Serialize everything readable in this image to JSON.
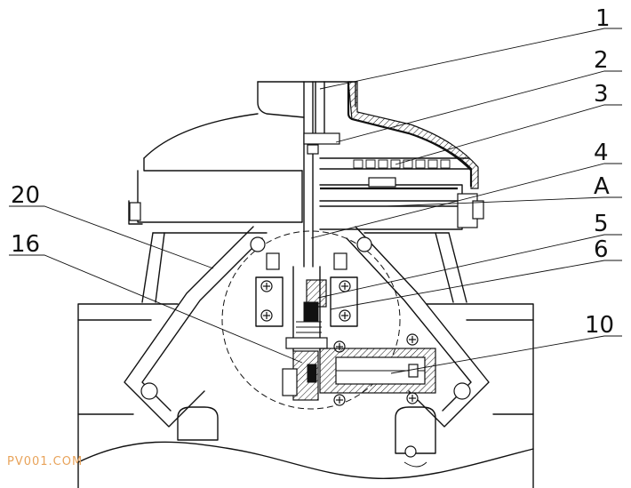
{
  "callouts": [
    {
      "id": "1",
      "label": "1"
    },
    {
      "id": "2",
      "label": "2"
    },
    {
      "id": "3",
      "label": "3"
    },
    {
      "id": "4",
      "label": "4"
    },
    {
      "id": "A",
      "label": "A"
    },
    {
      "id": "5",
      "label": "5"
    },
    {
      "id": "6",
      "label": "6"
    },
    {
      "id": "10",
      "label": "10"
    },
    {
      "id": "20",
      "label": "20"
    },
    {
      "id": "16",
      "label": "16"
    }
  ],
  "watermark": "PV001.COM",
  "colors": {
    "line": "#111111",
    "background": "#ffffff",
    "watermark": "#e8a35a"
  }
}
